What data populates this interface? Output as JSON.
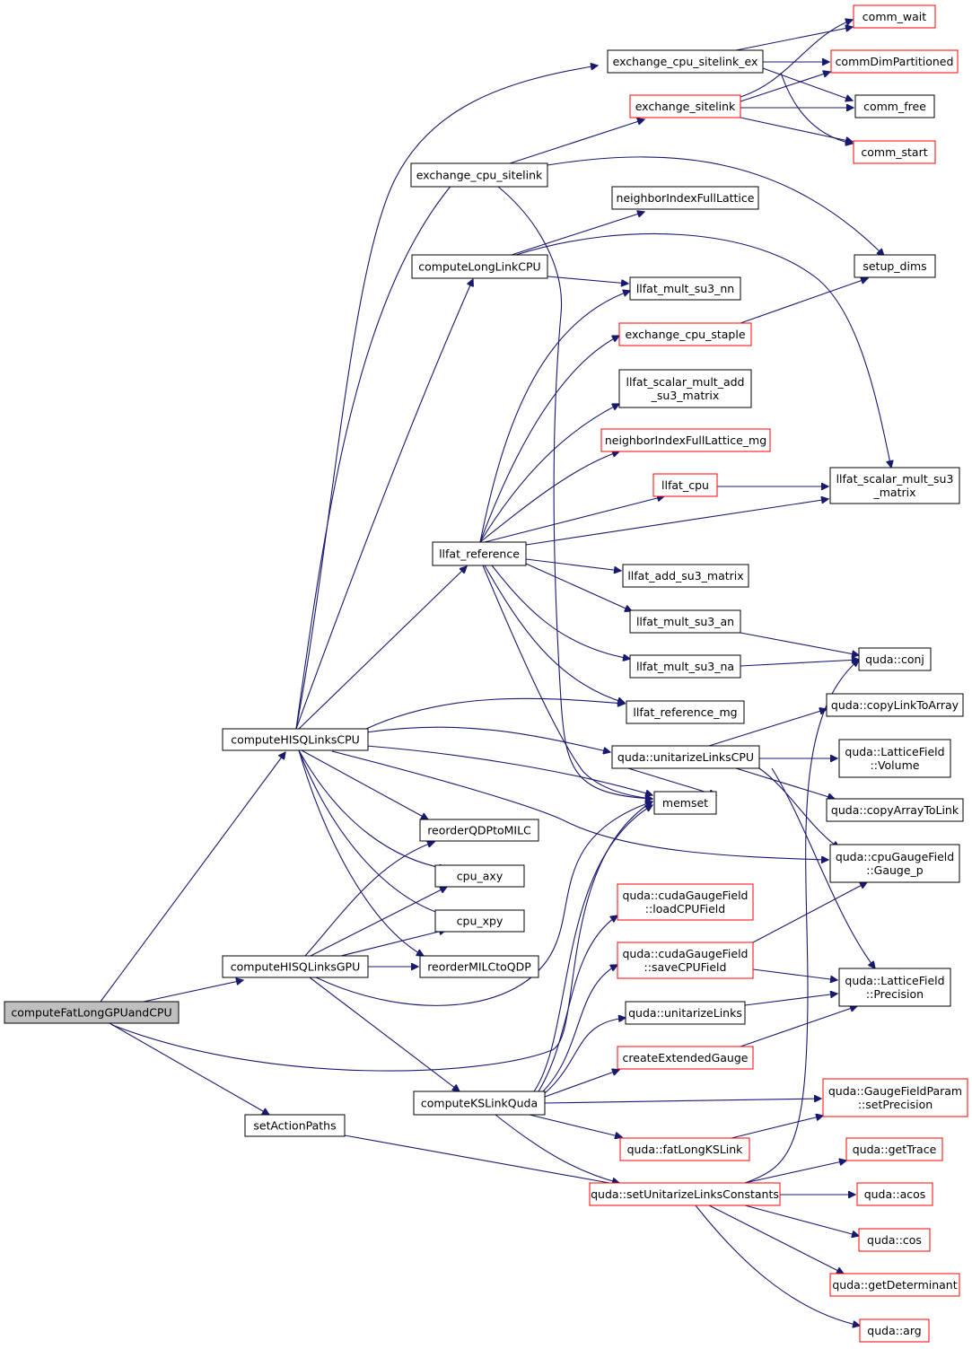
{
  "diagram": {
    "type": "call-graph",
    "edge_color": "#191970",
    "external_node_border_color": "#ff0000",
    "root_node_fill": "#bfbfbf",
    "nodes": [
      {
        "id": "computeFatLongGPUandCPU",
        "lines": [
          "computeFatLongGPUandCPU"
        ],
        "style": "root"
      },
      {
        "id": "computeHISQLinksCPU",
        "lines": [
          "computeHISQLinksCPU"
        ],
        "style": "black"
      },
      {
        "id": "computeHISQLinksGPU",
        "lines": [
          "computeHISQLinksGPU"
        ],
        "style": "black"
      },
      {
        "id": "setActionPaths",
        "lines": [
          "setActionPaths"
        ],
        "style": "black"
      },
      {
        "id": "exchange_cpu_sitelink",
        "lines": [
          "exchange_cpu_sitelink"
        ],
        "style": "black"
      },
      {
        "id": "computeLongLinkCPU",
        "lines": [
          "computeLongLinkCPU"
        ],
        "style": "black"
      },
      {
        "id": "llfat_reference",
        "lines": [
          "llfat_reference"
        ],
        "style": "black"
      },
      {
        "id": "reorderQDPtoMILC",
        "lines": [
          "reorderQDPtoMILC"
        ],
        "style": "black"
      },
      {
        "id": "cpu_axy",
        "lines": [
          "cpu_axy"
        ],
        "style": "black"
      },
      {
        "id": "cpu_xpy",
        "lines": [
          "cpu_xpy"
        ],
        "style": "black"
      },
      {
        "id": "reorderMILCtoQDP",
        "lines": [
          "reorderMILCtoQDP"
        ],
        "style": "black"
      },
      {
        "id": "computeKSLinkQuda",
        "lines": [
          "computeKSLinkQuda"
        ],
        "style": "black"
      },
      {
        "id": "exchange_cpu_sitelink_ex",
        "lines": [
          "exchange_cpu_sitelink_ex"
        ],
        "style": "black"
      },
      {
        "id": "exchange_sitelink",
        "lines": [
          "exchange_sitelink"
        ],
        "style": "red"
      },
      {
        "id": "neighborIndexFullLattice",
        "lines": [
          "neighborIndexFullLattice"
        ],
        "style": "black"
      },
      {
        "id": "llfat_mult_su3_nn",
        "lines": [
          "llfat_mult_su3_nn"
        ],
        "style": "black"
      },
      {
        "id": "exchange_cpu_staple",
        "lines": [
          "exchange_cpu_staple"
        ],
        "style": "red"
      },
      {
        "id": "llfat_scalar_mult_add_su3_matrix",
        "lines": [
          "llfat_scalar_mult_add",
          "_su3_matrix"
        ],
        "style": "black"
      },
      {
        "id": "neighborIndexFullLattice_mg",
        "lines": [
          "neighborIndexFullLattice_mg"
        ],
        "style": "red"
      },
      {
        "id": "llfat_cpu",
        "lines": [
          "llfat_cpu"
        ],
        "style": "red"
      },
      {
        "id": "llfat_add_su3_matrix",
        "lines": [
          "llfat_add_su3_matrix"
        ],
        "style": "black"
      },
      {
        "id": "llfat_mult_su3_an",
        "lines": [
          "llfat_mult_su3_an"
        ],
        "style": "black"
      },
      {
        "id": "llfat_mult_su3_na",
        "lines": [
          "llfat_mult_su3_na"
        ],
        "style": "black"
      },
      {
        "id": "llfat_reference_mg",
        "lines": [
          "llfat_reference_mg"
        ],
        "style": "black"
      },
      {
        "id": "unitarizeLinksCPU",
        "lines": [
          "quda::unitarizeLinksCPU"
        ],
        "style": "black"
      },
      {
        "id": "memset",
        "lines": [
          "memset"
        ],
        "style": "black"
      },
      {
        "id": "loadCPUField",
        "lines": [
          "quda::cudaGaugeField",
          "::loadCPUField"
        ],
        "style": "red"
      },
      {
        "id": "saveCPUField",
        "lines": [
          "quda::cudaGaugeField",
          "::saveCPUField"
        ],
        "style": "red"
      },
      {
        "id": "unitarizeLinks",
        "lines": [
          "quda::unitarizeLinks"
        ],
        "style": "black"
      },
      {
        "id": "createExtendedGauge",
        "lines": [
          "createExtendedGauge"
        ],
        "style": "red"
      },
      {
        "id": "fatLongKSLink",
        "lines": [
          "quda::fatLongKSLink"
        ],
        "style": "red"
      },
      {
        "id": "setUnitarizeLinksConstants",
        "lines": [
          "quda::setUnitarizeLinksConstants"
        ],
        "style": "red"
      },
      {
        "id": "comm_wait",
        "lines": [
          "comm_wait"
        ],
        "style": "red"
      },
      {
        "id": "commDimPartitioned",
        "lines": [
          "commDimPartitioned"
        ],
        "style": "red"
      },
      {
        "id": "comm_free",
        "lines": [
          "comm_free"
        ],
        "style": "black"
      },
      {
        "id": "comm_start",
        "lines": [
          "comm_start"
        ],
        "style": "red"
      },
      {
        "id": "setup_dims",
        "lines": [
          "setup_dims"
        ],
        "style": "black"
      },
      {
        "id": "llfat_scalar_mult_su3_matrix",
        "lines": [
          "llfat_scalar_mult_su3",
          "_matrix"
        ],
        "style": "black"
      },
      {
        "id": "conj",
        "lines": [
          "quda::conj"
        ],
        "style": "black"
      },
      {
        "id": "copyLinkToArray",
        "lines": [
          "quda::copyLinkToArray"
        ],
        "style": "black"
      },
      {
        "id": "LatticeField_Volume",
        "lines": [
          "quda::LatticeField",
          "::Volume"
        ],
        "style": "black"
      },
      {
        "id": "copyArrayToLink",
        "lines": [
          "quda::copyArrayToLink"
        ],
        "style": "black"
      },
      {
        "id": "Gauge_p",
        "lines": [
          "quda::cpuGaugeField",
          "::Gauge_p"
        ],
        "style": "black"
      },
      {
        "id": "LatticeField_Precision",
        "lines": [
          "quda::LatticeField",
          "::Precision"
        ],
        "style": "black"
      },
      {
        "id": "setPrecision",
        "lines": [
          "quda::GaugeFieldParam",
          "::setPrecision"
        ],
        "style": "red"
      },
      {
        "id": "getTrace",
        "lines": [
          "quda::getTrace"
        ],
        "style": "red"
      },
      {
        "id": "acos",
        "lines": [
          "quda::acos"
        ],
        "style": "red"
      },
      {
        "id": "cos",
        "lines": [
          "quda::cos"
        ],
        "style": "red"
      },
      {
        "id": "getDeterminant",
        "lines": [
          "quda::getDeterminant"
        ],
        "style": "red"
      },
      {
        "id": "arg",
        "lines": [
          "quda::arg"
        ],
        "style": "red"
      }
    ]
  }
}
